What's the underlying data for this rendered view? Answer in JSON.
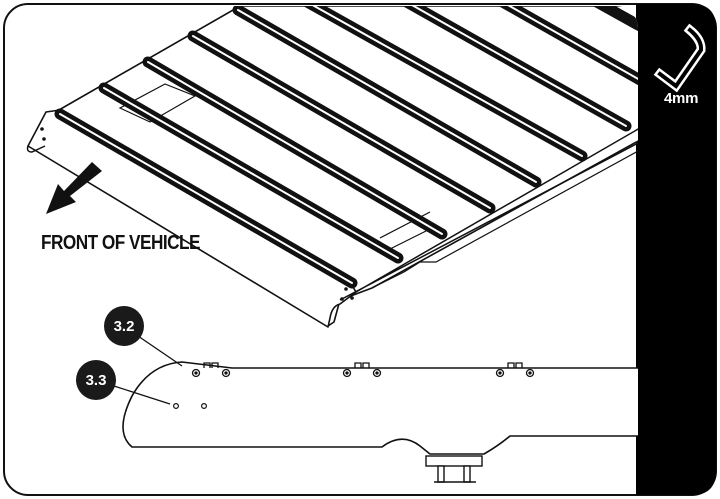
{
  "diagram": {
    "front_label": "FRONT OF VEHICLE",
    "tool_label": "4mm",
    "callouts": [
      {
        "label": "3.2"
      },
      {
        "label": "3.3"
      }
    ],
    "colors": {
      "line": "#111111",
      "panel": "#000000",
      "callout_bg": "#1a1a1a"
    },
    "icons": [
      "hex-key-icon",
      "direction-arrow-icon"
    ]
  }
}
